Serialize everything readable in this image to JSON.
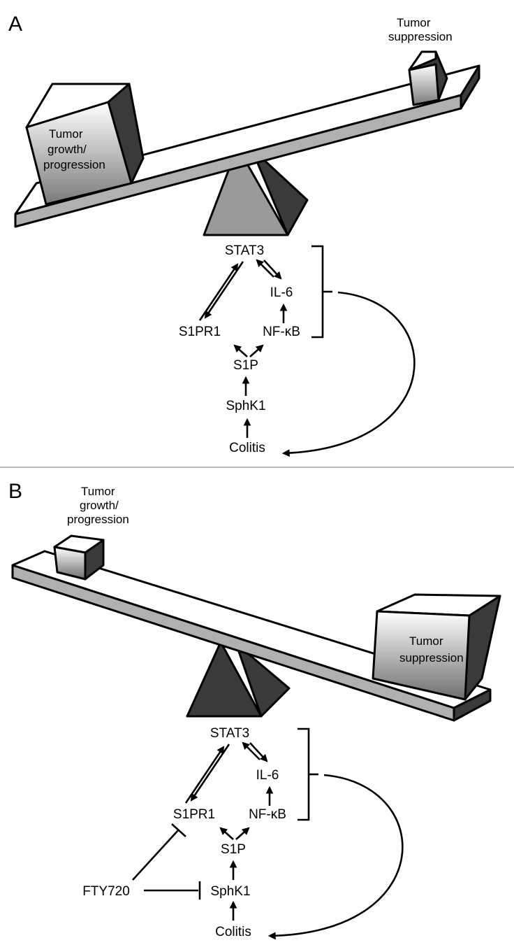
{
  "panels": {
    "a": {
      "letter": "A",
      "box_left": {
        "line1": "Tumor",
        "line2": "growth/",
        "line3": "progression"
      },
      "box_right": {
        "line1": "Tumor",
        "line2": "suppression"
      },
      "nodes": {
        "stat3": "STAT3",
        "il6": "IL-6",
        "s1pr1": "S1PR1",
        "nfkb": "NF-κB",
        "s1p": "S1P",
        "sphk1": "SphK1",
        "colitis": "Colitis"
      }
    },
    "b": {
      "letter": "B",
      "box_left": {
        "line1": "Tumor",
        "line2": "growth/",
        "line3": "progression"
      },
      "box_right": {
        "line1": "Tumor",
        "line2": "suppression"
      },
      "nodes": {
        "stat3": "STAT3",
        "il6": "IL-6",
        "s1pr1": "S1PR1",
        "nfkb": "NF-κB",
        "s1p": "S1P",
        "sphk1": "SphK1",
        "colitis": "Colitis",
        "fty720": "FTY720"
      }
    }
  },
  "colors": {
    "beam_top": "#ffffff",
    "beam_side": "#b0b0b0",
    "fulcrum_light": "#9a9a9a",
    "fulcrum_dark": "#3a3a3a",
    "divider": "#a0a0a0"
  }
}
